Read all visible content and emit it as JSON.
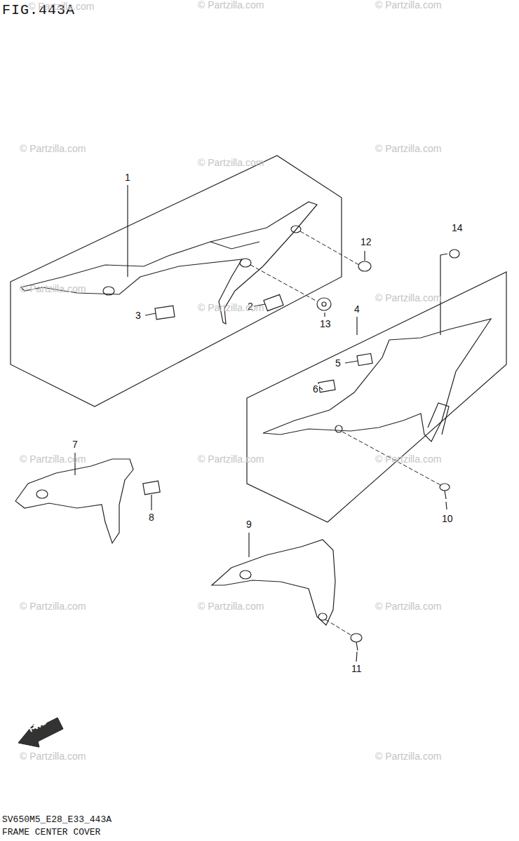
{
  "diagram": {
    "title": "FIG.443A",
    "caption": "FRAME CENTER COVER",
    "labels": [
      "1",
      "2",
      "3",
      "4",
      "5",
      "6",
      "7",
      "8",
      "9",
      "10",
      "11",
      "12",
      "13",
      "14",
      "FWD",
      "SV650M5_E28_E33_443A",
      "© Partzilla.com",
      "© Partzilla.com",
      "© Partzilla.com",
      "© Partzilla.com",
      "© Partzilla.com",
      "© Partzilla.com",
      "© Partzilla.com",
      "© Partzilla.com",
      "© Partzilla.com",
      "© Partzilla.com",
      "© Partzilla.com",
      "© Partzilla.com",
      "© Partzilla.com",
      "© Partzilla.com",
      "© Partzilla.com",
      "© Partzilla.com",
      "© Partzilla.com"
    ]
  }
}
